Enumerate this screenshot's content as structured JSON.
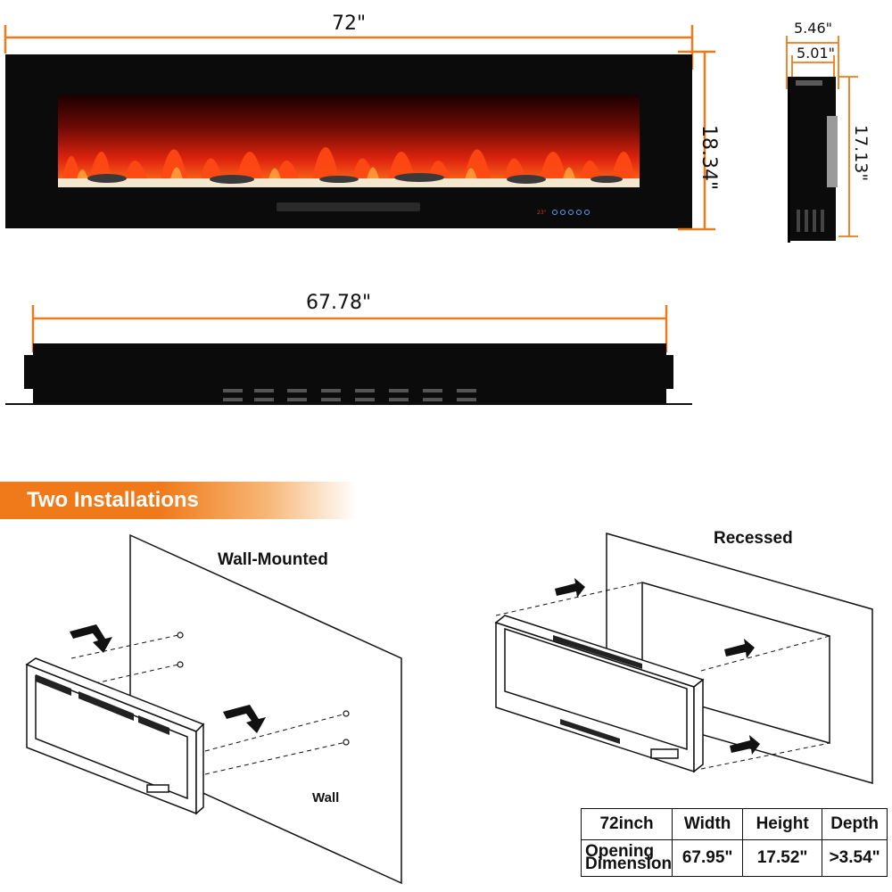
{
  "dimensions": {
    "front_width": "72\"",
    "front_height": "18.34\"",
    "side_depth_outer": "5.46\"",
    "side_depth_inner": "5.01\"",
    "side_height": "17.13\"",
    "back_width": "67.78\""
  },
  "banner": {
    "title": "Two Installations"
  },
  "installations": {
    "wall_mounted_label": "Wall-Mounted",
    "wall_label": "Wall",
    "recessed_label": "Recessed"
  },
  "spec_table": {
    "header": [
      "72inch",
      "Width",
      "Height",
      "Depth"
    ],
    "row_label_line1": "Opening",
    "row_label_line2": "Dimension",
    "values": [
      "67.95\"",
      "17.52\"",
      ">3.54\""
    ]
  },
  "colors": {
    "accent_orange": "#f07a1a",
    "fireplace_black": "#0b0b0b",
    "flame_red": "#e0240e"
  }
}
